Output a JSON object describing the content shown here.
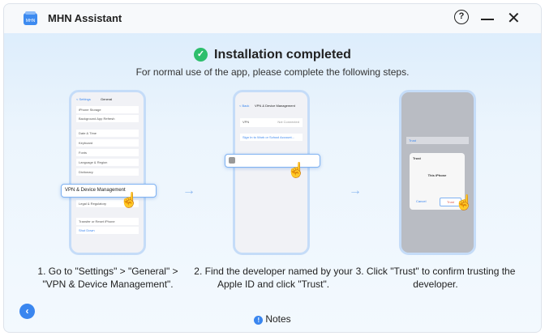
{
  "header": {
    "app_title": "MHN Assistant",
    "logo_text": "MHN",
    "icons": [
      "apple-icon",
      "help-icon",
      "minimize-icon",
      "close-icon"
    ]
  },
  "main": {
    "title": "Installation completed",
    "subtitle": "For normal use of the app, please complete the following steps."
  },
  "steps": [
    {
      "caption": "1. Go to \"Settings\" > \"General\" > \"VPN & Device Management\".",
      "phone": {
        "back": "< Settings",
        "header": "General",
        "rows": [
          "iPhone Storage",
          "Background App Refresh",
          "Date & Time",
          "Keyboard",
          "Fonts",
          "Language & Region",
          "Dictionary"
        ],
        "highlight": "VPN & Device Management",
        "rows_after": [
          "Legal & Regulatory",
          "Transfer or Reset iPhone",
          "Shut Down"
        ]
      }
    },
    {
      "caption": "2. Find the developer named by your Apple ID and click \"Trust\".",
      "phone": {
        "back": "< Back",
        "header": "VPN & Device Management",
        "vpn_label": "VPN",
        "vpn_status": "Not Connected",
        "sign_in": "Sign In to Work or School Account..."
      }
    },
    {
      "caption": "3. Click \"Trust\" to confirm trusting the developer.",
      "phone": {
        "trust_row": "Trust",
        "dialog_title": "Trust",
        "dialog_subtitle": "This iPhone",
        "cancel": "Cancel",
        "trust_button": "Trust"
      }
    }
  ],
  "footer": {
    "notes": "Notes"
  },
  "colors": {
    "accent": "#3a86ef",
    "success": "#2dbe6c"
  }
}
